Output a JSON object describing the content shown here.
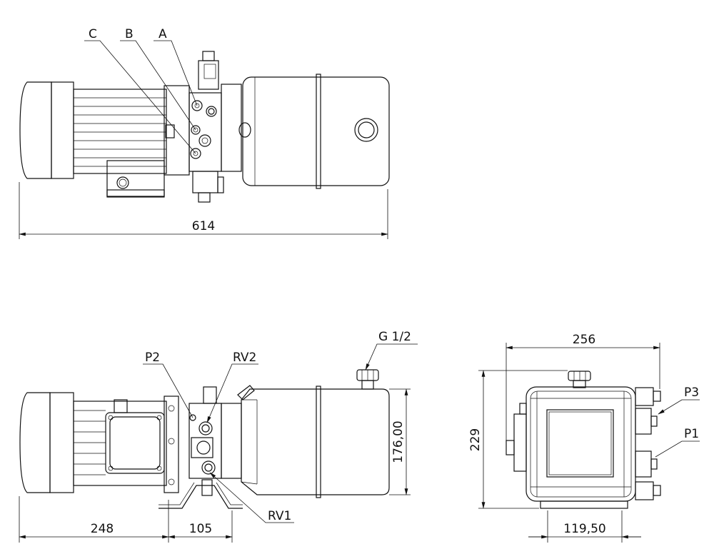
{
  "drawing": {
    "top_view": {
      "callouts": [
        "C",
        "B",
        "A"
      ],
      "overall_length": "614"
    },
    "side_view": {
      "callouts": {
        "p2": "P2",
        "rv2": "RV2",
        "rv1": "RV1",
        "filler": "G 1/2"
      },
      "dim_motor": "248",
      "dim_block": "105",
      "dim_tank_height": "176,00"
    },
    "end_view": {
      "callouts": {
        "p3": "P3",
        "p1": "P1"
      },
      "dim_width": "256",
      "dim_height": "229",
      "dim_base": "119,50"
    }
  }
}
